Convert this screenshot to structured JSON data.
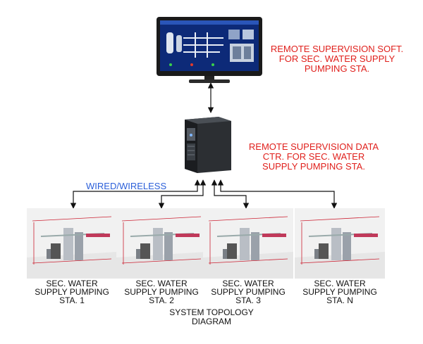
{
  "monitor": {
    "label": "REMOTE SUPERVISION SOFT.\nFOR SEC. WATER SUPPLY\nPUMPING STA."
  },
  "server": {
    "label": "REMOTE SUPERVISION DATA\nCTR. FOR SEC. WATER\nSUPPLY PUMPING STA."
  },
  "link": {
    "label": "WIRED/WIRELESS"
  },
  "stations": [
    {
      "label": "SEC. WATER\nSUPPLY PUMPING\nSTA. 1"
    },
    {
      "label": "SEC. WATER\nSUPPLY PUMPING\nSTA. 2"
    },
    {
      "label": "SEC. WATER\nSUPPLY PUMPING\nSTA. 3"
    },
    {
      "label": "SEC. WATER\nSUPPLY PUMPING\nSTA. N"
    }
  ],
  "caption": "SYSTEM TOPOLOGY\nDIAGRAM",
  "colors": {
    "label_red": "#e0201c",
    "link_blue": "#2b5fd9",
    "screen_blue": "#0d2a78"
  }
}
